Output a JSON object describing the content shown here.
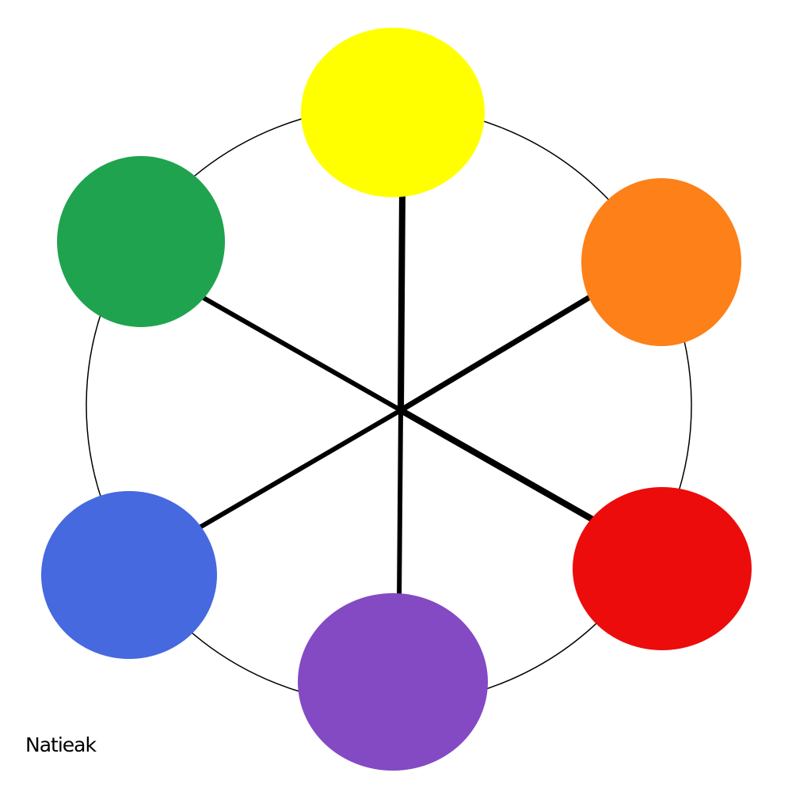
{
  "colors": {
    "yellow": "#FFFF00",
    "orange": "#FD8019",
    "red": "#EC0C0C",
    "purple": "#834AC4",
    "blue": "#4669DF",
    "green": "#1FA34F",
    "ring": "#000000",
    "spoke": "#000000"
  },
  "swatches": [
    {
      "name": "yellow",
      "color": "#FFFF00"
    },
    {
      "name": "orange",
      "color": "#FD8019"
    },
    {
      "name": "red",
      "color": "#EC0C0C"
    },
    {
      "name": "purple",
      "color": "#834AC4"
    },
    {
      "name": "blue",
      "color": "#4669DF"
    },
    {
      "name": "green",
      "color": "#1FA34F"
    }
  ],
  "signature": "Natieak"
}
